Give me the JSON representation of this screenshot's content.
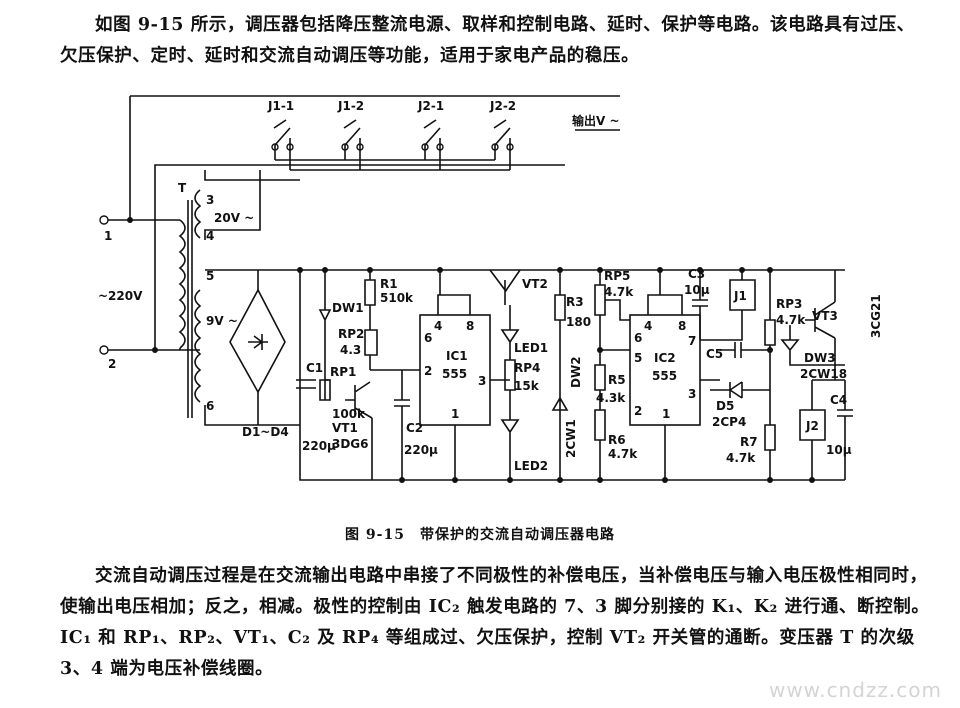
{
  "intro_paragraph": "如图 9-15 所示，调压器包括降压整流电源、取样和控制电路、延时、保护等电路。该电路具有过压、欠压保护、定时、延时和交流自动调压等功能，适用于家电产品的稳压。",
  "caption": "图 9-15　带保护的交流自动调压器电路",
  "body_paragraph": "交流自动调压过程是在交流输出电路中串接了不同极性的补偿电压，当补偿电压与输入电压极性相同时，使输出电压相加；反之，相减。极性的控制由 IC₂ 触发电路的 7、3 脚分别接的 K₁、K₂ 进行通、断控制。IC₁ 和 RP₁、RP₂、VT₁、C₂ 及 RP₄ 等组成过、欠压保护，控制 VT₂ 开关管的通断。变压器 T 的次级 3、4 端为电压补偿线圈。",
  "watermark": "www.cndzz.com",
  "circuit": {
    "relay_contacts": [
      "J1-1",
      "J1-2",
      "J2-1",
      "J2-2"
    ],
    "output_label": "输出V ~",
    "input_label": "~220V",
    "terminal_1": "1",
    "terminal_2": "2",
    "transformer": "T",
    "winding_3": "3",
    "winding_4": "4",
    "winding_5": "5",
    "winding_6": "6",
    "comp_voltage": "20V ~",
    "sec_voltage": "9V ~",
    "bridge": "D1~D4",
    "c1": "C1",
    "c1_value": "220μ",
    "dw1": "DW1",
    "r1": "R1",
    "r1_value": "510k",
    "rp2": "RP2",
    "rp2_value": "4.3",
    "rp1": "RP1",
    "rp1_value": "100k",
    "vt1": "VT1",
    "vt1_type": "3DG6",
    "c2": "C2",
    "c2_value": "220μ",
    "ic1": "IC1",
    "ic1_type": "555",
    "vt2": "VT2",
    "led1": "LED1",
    "led2": "LED2",
    "rp4": "RP4",
    "rp4_value": "15k",
    "r3": "R3",
    "r3_value": "180",
    "dw2": "DW2",
    "dw2_type": "2CW1",
    "rp5": "RP5",
    "rp5_value": "4.7k",
    "r5": "R5",
    "r5_value": "4.3k",
    "r6": "R6",
    "r6_value": "4.7k",
    "ic2": "IC2",
    "ic2_type": "555",
    "c3": "C3",
    "c3_value": "10μ",
    "j1": "J1",
    "c5": "C5",
    "d5": "D5",
    "d5_type": "2CP4",
    "r7": "R7",
    "r7_value": "4.7k",
    "rp3": "RP3",
    "rp3_value": "4.7k",
    "vt3": "VT3",
    "vt3_type": "3CG21",
    "dw3": "DW3",
    "dw3_type": "2CW18",
    "j2": "J2",
    "c4": "C4",
    "c4_value": "10μ",
    "pin_4a": "4",
    "pin_8a": "8",
    "pin_6a": "6",
    "pin_2a": "2",
    "pin_3a": "3",
    "pin_1a": "1",
    "pin_4b": "4",
    "pin_8b": "8",
    "pin_6b": "6",
    "pin_5b": "5",
    "pin_7b": "7",
    "pin_3b": "3",
    "pin_2b": "2",
    "pin_1b": "1"
  }
}
